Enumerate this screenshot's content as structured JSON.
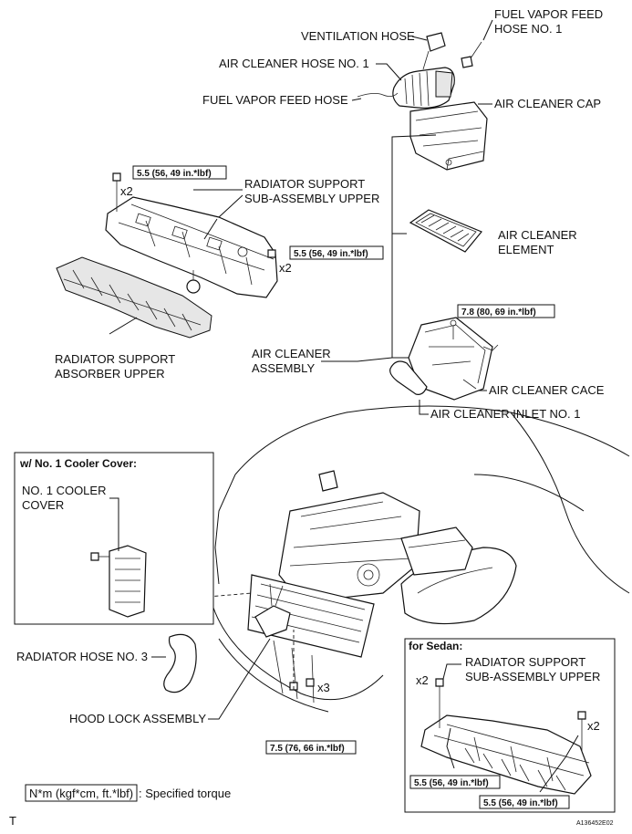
{
  "labels": {
    "ventilation_hose": "VENTILATION HOSE",
    "fuel_vapor_feed_hose_no1_a": "FUEL VAPOR FEED",
    "fuel_vapor_feed_hose_no1_b": "HOSE NO. 1",
    "air_cleaner_hose_no1": "AIR CLEANER HOSE NO. 1",
    "fuel_vapor_feed_hose": "FUEL VAPOR FEED HOSE",
    "air_cleaner_cap": "AIR CLEANER CAP",
    "radiator_support_upper_a": "RADIATOR SUPPORT",
    "radiator_support_upper_b": "SUB-ASSEMBLY UPPER",
    "air_cleaner_element_a": "AIR CLEANER",
    "air_cleaner_element_b": "ELEMENT",
    "radiator_absorber_a": "RADIATOR SUPPORT",
    "radiator_absorber_b": "ABSORBER UPPER",
    "air_cleaner_assembly_a": "AIR CLEANER",
    "air_cleaner_assembly_b": "ASSEMBLY",
    "air_cleaner_case": "AIR CLEANER CACE",
    "air_cleaner_inlet": "AIR CLEANER INLET NO. 1",
    "cooler_cover_title": "w/ No. 1 Cooler Cover:",
    "cooler_cover_a": "NO. 1 COOLER",
    "cooler_cover_b": "COVER",
    "radiator_hose_no3": "RADIATOR HOSE NO. 3",
    "hood_lock_assembly": "HOOD LOCK ASSEMBLY",
    "sedan_title": "for Sedan:",
    "sedan_radiator_a": "RADIATOR SUPPORT",
    "sedan_radiator_b": "SUB-ASSEMBLY UPPER",
    "legend_unit": "N*m (kgf*cm, ft.*lbf)",
    "legend_text": ": Specified torque",
    "corner_letter": "T",
    "figure_id": "A136452E02"
  },
  "torques": {
    "t1": "5.5 (56, 49 in.*lbf)",
    "t2": "5.5 (56, 49 in.*lbf)",
    "t3": "7.8 (80, 69 in.*lbf)",
    "t4": "7.5 (76, 66 in.*lbf)",
    "t5": "5.5 (56, 49 in.*lbf)",
    "t6": "5.5 (56, 49 in.*lbf)"
  },
  "multipliers": {
    "m1": "x2",
    "m2": "x2",
    "m3": "x3",
    "m4": "x2",
    "m5": "x2"
  }
}
